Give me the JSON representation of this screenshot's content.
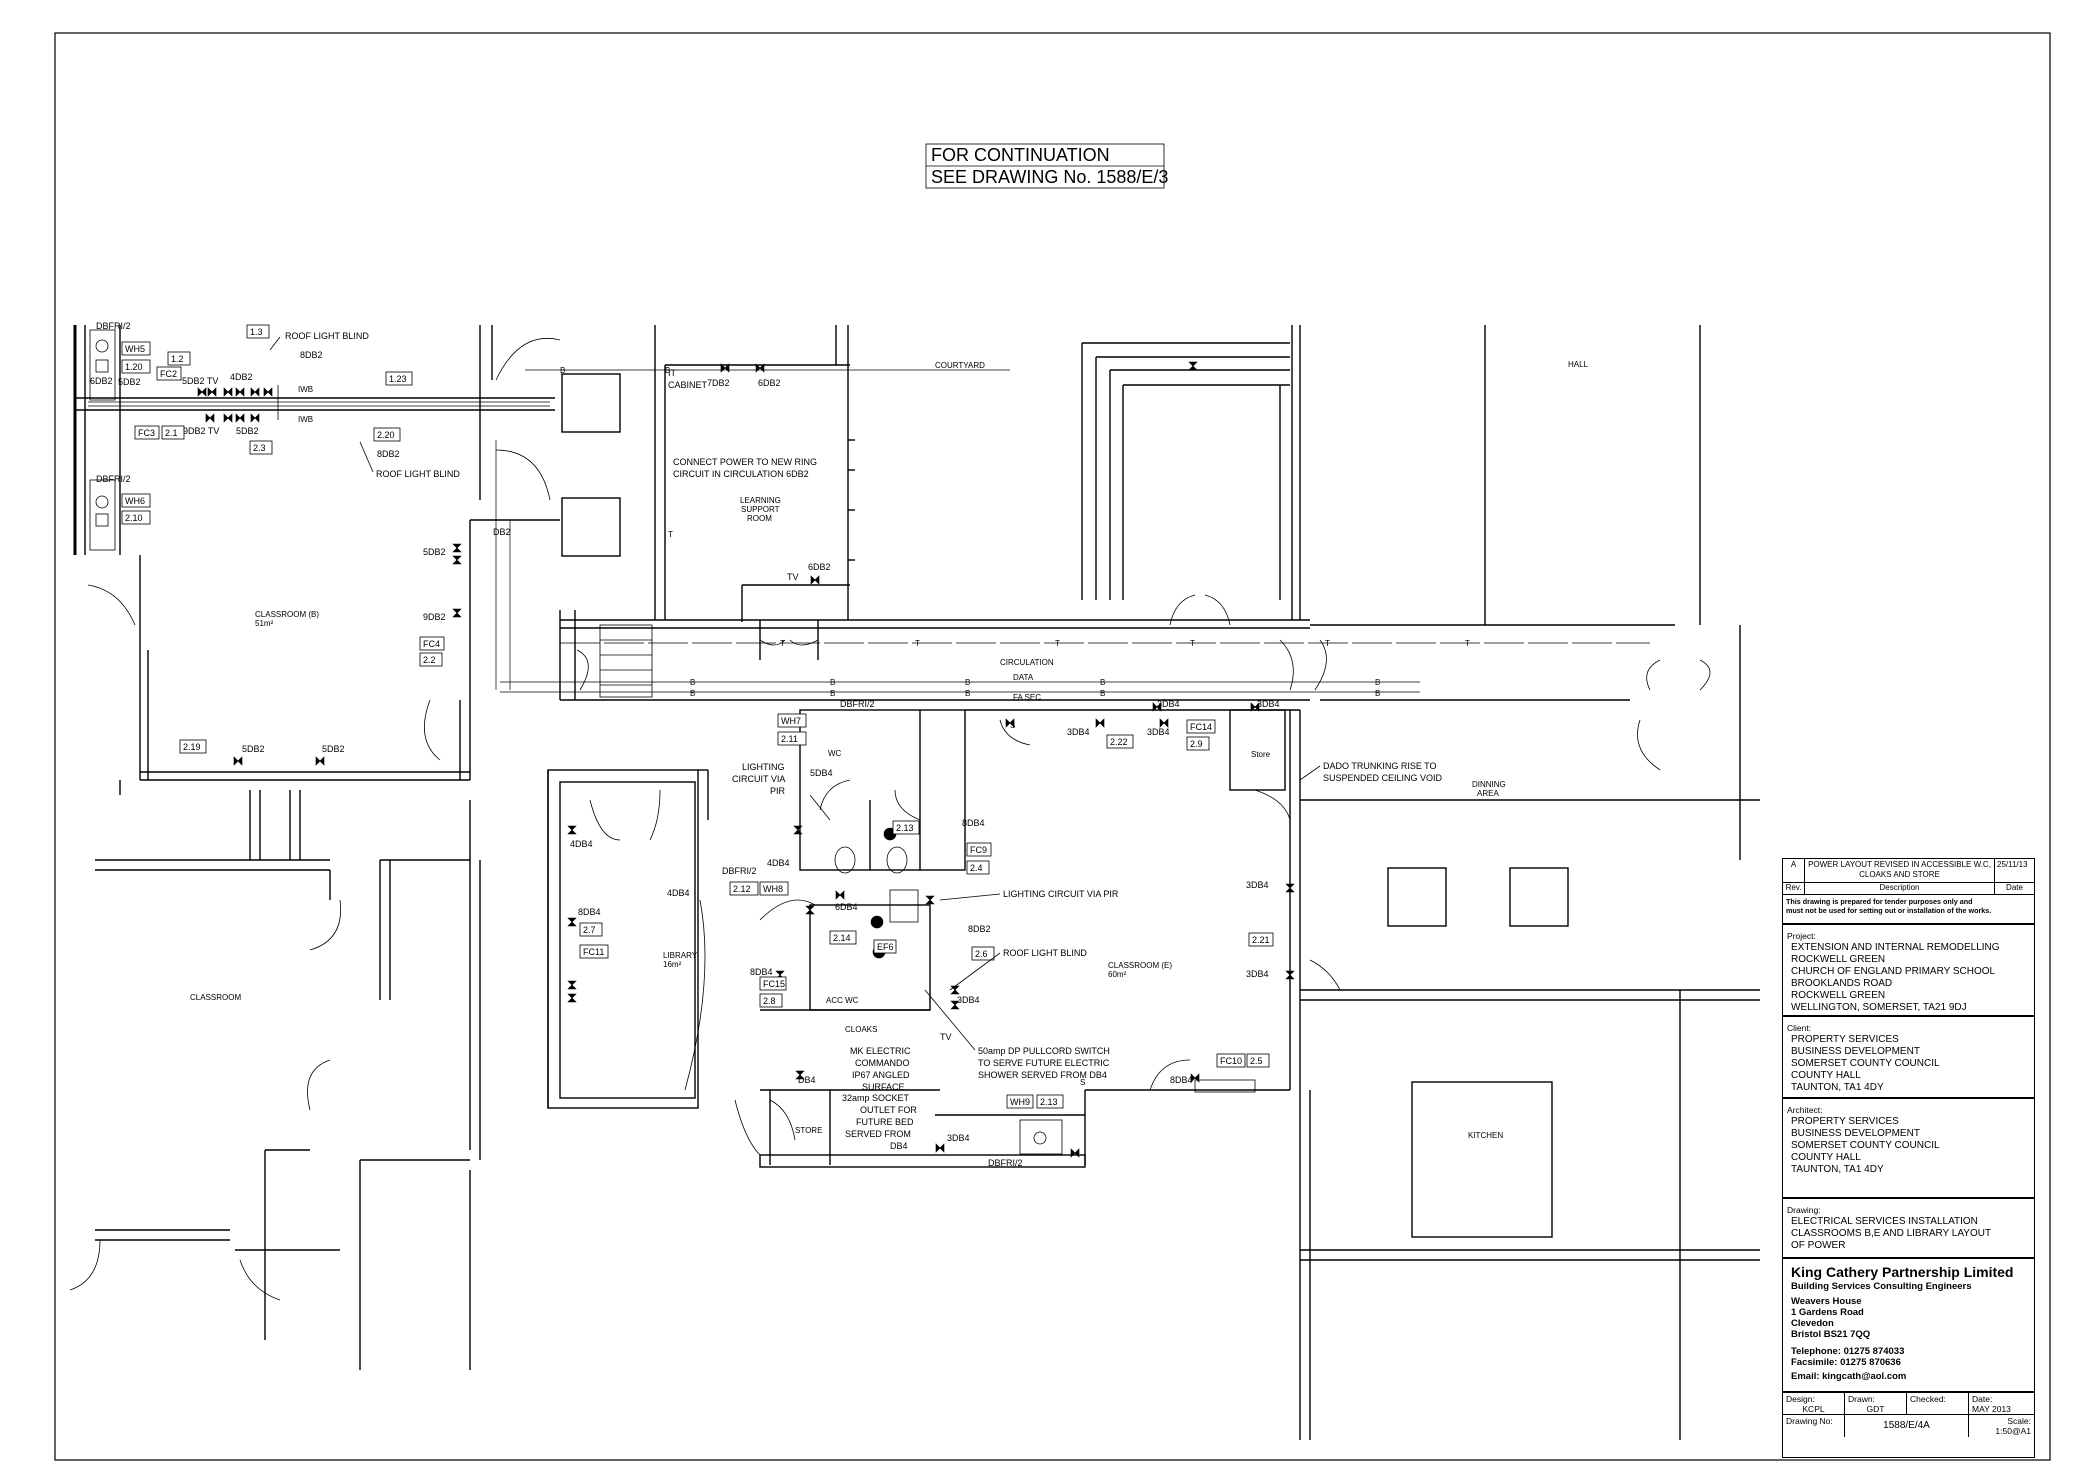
{
  "continuation_note": {
    "line1": "FOR CONTINUATION",
    "line2": "SEE DRAWING No. 1588/E/3"
  },
  "rooms": {
    "courtyard": "COURTYARD",
    "hall": "HALL",
    "learning_support_1": "LEARNING",
    "learning_support_2": "SUPPORT",
    "learning_support_3": "ROOM",
    "classroom_b_1": "CLASSROOM (B)",
    "classroom_b_2": "51m²",
    "circulation": "CIRCULATION",
    "data": "DATA",
    "fa_sec": "FA SEC",
    "dining_1": "DINNING",
    "dining_2": "AREA",
    "library_1": "LIBRARY",
    "library_2": "16m²",
    "classroom": "CLASSROOM",
    "classroom_e_1": "CLASSROOM (E)",
    "classroom_e_2": "60m²",
    "kitchen": "KITCHEN",
    "wc": "WC",
    "acc_wc": "ACC WC",
    "cloaks": "CLOAKS",
    "store_1": "Store",
    "store_2": "STORE",
    "it_cabinet_1": "IT",
    "it_cabinet_2": "CABINET"
  },
  "notes": {
    "roof_light_1": "ROOF LIGHT BLIND",
    "roof_light_2": "ROOF LIGHT BLIND",
    "roof_light_3": "ROOF LIGHT BLIND",
    "connect_power_1": "CONNECT POWER TO NEW RING",
    "connect_power_2": "CIRCUIT IN CIRCULATION 6DB2",
    "lighting_pir_1": "LIGHTING",
    "lighting_pir_2": "CIRCUIT VIA",
    "lighting_pir_3": "PIR",
    "lighting_pir_b": "LIGHTING CIRCUIT VIA PIR",
    "dado_1": "DADO TRUNKING RISE TO",
    "dado_2": "SUSPENDED CEILING VOID",
    "pullcord_1": "50amp DP PULLCORD SWITCH",
    "pullcord_2": "TO SERVE FUTURE ELECTRIC",
    "pullcord_3": "SHOWER SERVED FROM DB4",
    "mk_1": "MK ELECTRIC",
    "mk_2": "COMMANDO",
    "mk_3": "IP67 ANGLED",
    "mk_4": "SURFACE",
    "mk_5": "32amp SOCKET",
    "mk_6": "OUTLET FOR",
    "mk_7": "FUTURE BED",
    "mk_8": "SERVED FROM",
    "mk_9": "DB4"
  },
  "circuit_labels": {
    "dbfri2_a": "DBFRI/2",
    "dbfri2_b": "DBFRI/2",
    "dbfri2_c": "DBFRI/2",
    "dbfri2_d": "DBFRI/2",
    "dbfri2_e": "DBFRI/2",
    "l8db2_a": "8DB2",
    "l8db2_b": "8DB2",
    "l8db2_c": "8DB2",
    "l5db2_a": "5DB2",
    "l5db2_b": "5DB2",
    "l5db2_c": "5DB2",
    "l5db2_d": "5DB2",
    "l5db2_e": "5DB2",
    "l9db2_a": "9DB2",
    "l9db2_b": "9DB2",
    "l4db2_a": "4DB2",
    "l6db2_a": "6DB2",
    "l6db2_b": "6DB2",
    "l7db2_a": "7DB2",
    "l5db1": "5DB2 TV",
    "l9db2tv": "9DB2 TV",
    "db2": "DB2",
    "l3db4_a": "3DB4",
    "l3db4_b": "3DB4",
    "l3db4_c": "3DB4",
    "l3db4_d": "3DB4",
    "l3db4_e": "3DB4",
    "l3db4_f": "3DB4",
    "l3db4_g": "3DB4",
    "l3db4_h": "3DB4",
    "l4db4_a": "4DB4",
    "l4db4_b": "4DB4",
    "l4db4_c": "4DB4",
    "l5db4": "5DB4",
    "l6db4": "6DB4",
    "l8db4_a": "8DB4",
    "l8db4_b": "8DB4",
    "l8db4_c": "8DB4",
    "l8db4_d": "8DB4",
    "db4": "DB4",
    "tv": "TV",
    "tv_b": "TV",
    "tv_c": "TV",
    "t": "T",
    "b": "B",
    "s": "S",
    "iwb": "IWB"
  },
  "tags": {
    "wh5": "WH5",
    "wh6": "WH6",
    "wh7": "WH7",
    "wh8": "WH8",
    "wh9": "WH9",
    "fc2": "FC2",
    "fc3": "FC3",
    "fc4": "FC4",
    "fc9": "FC9",
    "fc10": "FC10",
    "fc11": "FC11",
    "fc14": "FC14",
    "fc15": "FC15",
    "ef6": "EF6",
    "t1_3": "1.3",
    "t1_2": "1.2",
    "t1_20": "1.20",
    "t1_23": "1.23",
    "t2_1": "2.1",
    "t2_3": "2.3",
    "t2_20": "2.20",
    "t2_10": "2.10",
    "t2_2": "2.2",
    "t2_19": "2.19",
    "t2_11": "2.11",
    "t2_13a": "2.13",
    "t2_4": "2.4",
    "t2_12": "2.12",
    "t2_14": "2.14",
    "t2_6": "2.6",
    "t2_7": "2.7",
    "t2_8": "2.8",
    "t2_13b": "2.13",
    "t2_22": "2.22",
    "t2_9": "2.9",
    "t2_21": "2.21",
    "t2_5": "2.5"
  },
  "title_block": {
    "rev_letter": "A",
    "rev_description": "POWER LAYOUT REVISED IN ACCESSIBLE W.C, CLOAKS AND STORE",
    "rev_date": "25/11/13",
    "rev_col": "Rev.",
    "desc_col": "Description",
    "date_col": "Date",
    "disclaimer_1": "This drawing is prepared for tender purposes only and",
    "disclaimer_2": "must not be used for setting out or installation of the works.",
    "project_label": "Project:",
    "project_lines": [
      "EXTENSION AND INTERNAL REMODELLING",
      "ROCKWELL GREEN",
      "CHURCH OF ENGLAND PRIMARY SCHOOL",
      "BROOKLANDS ROAD",
      "ROCKWELL GREEN",
      "WELLINGTON, SOMERSET, TA21 9DJ"
    ],
    "client_label": "Client:",
    "client_lines": [
      "PROPERTY SERVICES",
      "BUSINESS DEVELOPMENT",
      "SOMERSET COUNTY COUNCIL",
      "COUNTY HALL",
      "TAUNTON, TA1 4DY"
    ],
    "architect_label": "Architect:",
    "architect_lines": [
      "PROPERTY SERVICES",
      "BUSINESS DEVELOPMENT",
      "SOMERSET COUNTY COUNCIL",
      "COUNTY HALL",
      "TAUNTON, TA1 4DY"
    ],
    "drawing_label": "Drawing:",
    "drawing_lines": [
      "ELECTRICAL SERVICES INSTALLATION",
      "CLASSROOMS B,E AND LIBRARY LAYOUT",
      "OF POWER"
    ],
    "firm_name": "King Cathery Partnership Limited",
    "firm_tagline": "Building Services Consulting Engineers",
    "firm_address": [
      "Weavers House",
      "1 Gardens Road",
      "Clevedon",
      "Bristol BS21 7QQ"
    ],
    "telephone": "Telephone: 01275 874033",
    "facsimile": "Facsimile: 01275 870636",
    "email": "Email: kingcath@aol.com",
    "design_label": "Design:",
    "design_value": "KCPL",
    "drawn_label": "Drawn:",
    "drawn_value": "GDT",
    "checked_label": "Checked:",
    "date_label": "Date:",
    "date_value": "MAY 2013",
    "drawing_no_label": "Drawing No:",
    "drawing_no_value": "1588/E/4A",
    "scale_label": "Scale:",
    "scale_value": "1:50@A1"
  }
}
